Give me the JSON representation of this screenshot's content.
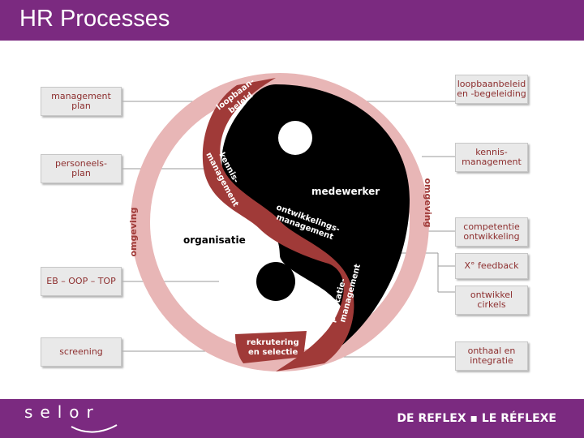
{
  "header": {
    "title": "HR Processes"
  },
  "diagram": {
    "outer_ring_left": "omgeving",
    "outer_ring_right": "omgeving",
    "medewerker": "medewerker",
    "organisatie": "organisatie",
    "band_labels": {
      "loopbaan": [
        "loopbaan-",
        "beleid"
      ],
      "kennis": [
        "kennis-",
        "management"
      ],
      "ontwikkeling": [
        "ontwikkelings-",
        "management"
      ],
      "prestatie": [
        "prestatie-",
        "management"
      ],
      "rekrutering": [
        "rekrutering",
        "en selectie"
      ]
    },
    "left_boxes": [
      {
        "lines": [
          "management",
          "plan"
        ]
      },
      {
        "lines": [
          "personeels-",
          "plan"
        ]
      },
      {
        "lines": [
          "EB  –  OOP  –  TOP"
        ]
      },
      {
        "lines": [
          "screening"
        ]
      }
    ],
    "right_boxes": [
      {
        "lines": [
          "loopbaanbeleid",
          "en -begeleiding"
        ]
      },
      {
        "lines": [
          "kennis-",
          "management"
        ]
      },
      {
        "lines": [
          "competentie",
          "ontwikkeling"
        ]
      },
      {
        "lines": [
          "X° feedback"
        ]
      },
      {
        "lines": [
          "ontwikkel",
          "cirkels"
        ]
      },
      {
        "lines": [
          "onthaal en",
          "integratie"
        ]
      }
    ]
  },
  "footer": {
    "brand": "selor",
    "slogan": "DE REFLEX ▪ LE RÉFLEXE"
  },
  "colors": {
    "header": "#7b2a80",
    "ring": "#e8b6b6",
    "band": "#a03a38",
    "black": "#000000",
    "box_text": "#8d2f2f"
  }
}
